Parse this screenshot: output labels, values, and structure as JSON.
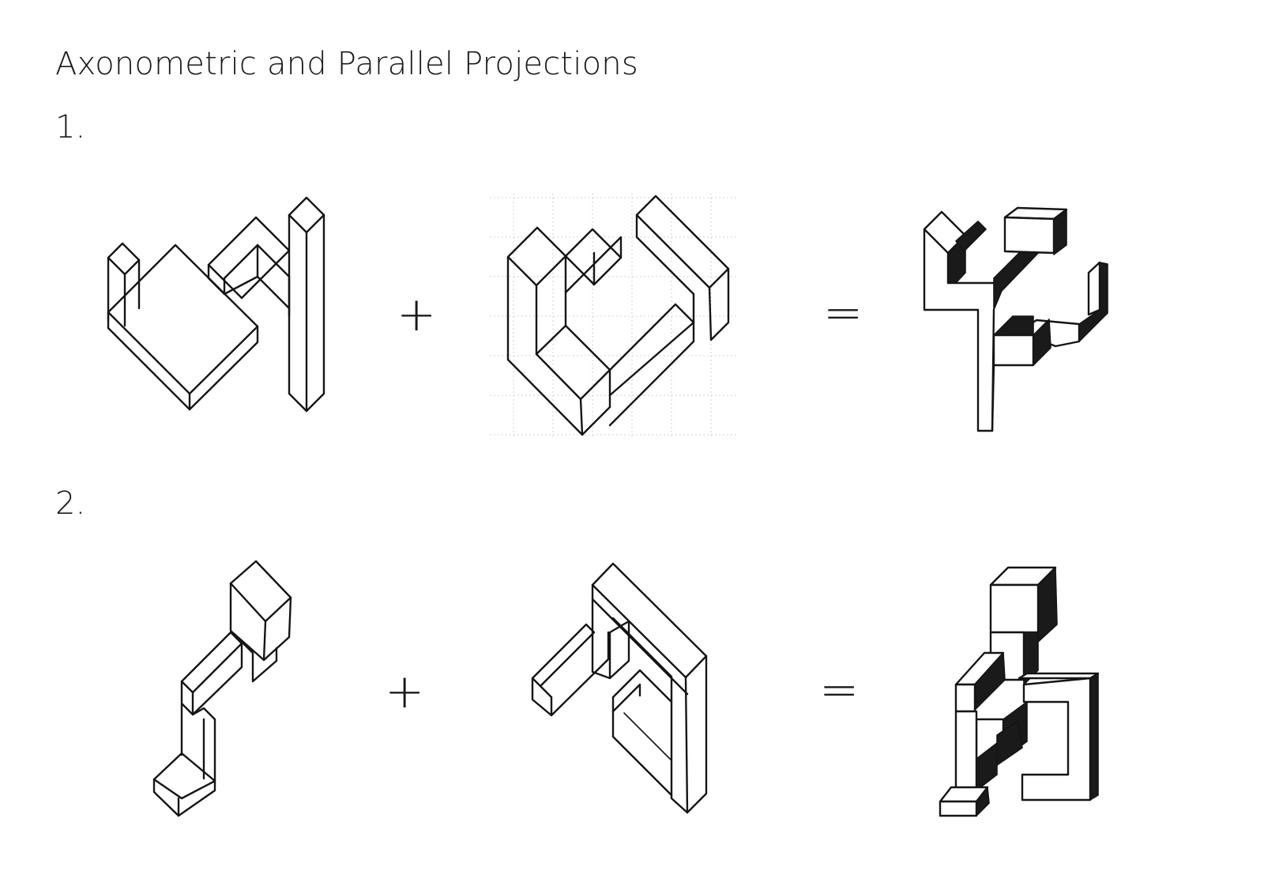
{
  "title": "Axonometric and Parallel Projections",
  "rows": [
    {
      "number": "1.",
      "plus": "+",
      "equals": "="
    },
    {
      "number": "2.",
      "plus": "+",
      "equals": "="
    }
  ]
}
